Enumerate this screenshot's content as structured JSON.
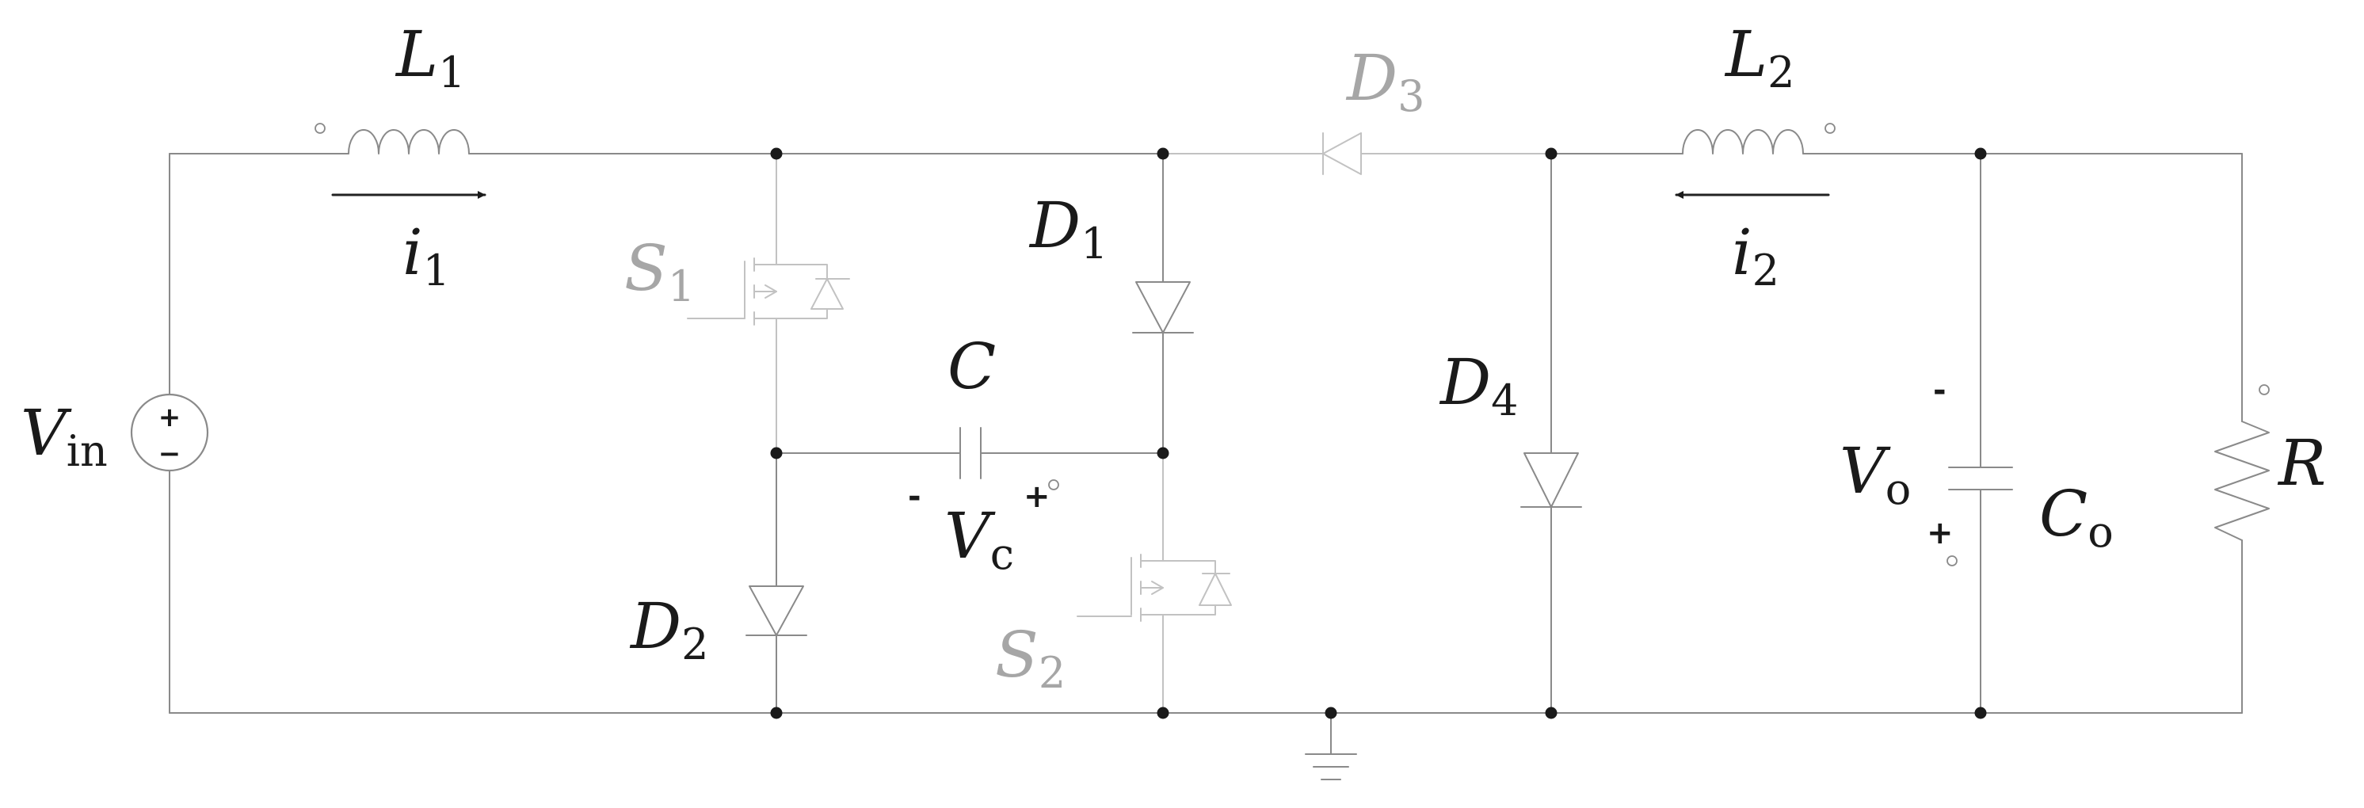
{
  "diagram": {
    "labels": {
      "L1": {
        "main": "L",
        "sub": "1"
      },
      "L2": {
        "main": "L",
        "sub": "2"
      },
      "i1": {
        "main": "i",
        "sub": "1"
      },
      "i2": {
        "main": "i",
        "sub": "2"
      },
      "S1": {
        "main": "S",
        "sub": "1"
      },
      "S2": {
        "main": "S",
        "sub": "2"
      },
      "D1": {
        "main": "D",
        "sub": "1"
      },
      "D2": {
        "main": "D",
        "sub": "2"
      },
      "D3": {
        "main": "D",
        "sub": "3"
      },
      "D4": {
        "main": "D",
        "sub": "4"
      },
      "C": {
        "main": "C"
      },
      "Vc": {
        "main": "V",
        "sub": "c"
      },
      "Vin": {
        "main": "V",
        "sub": "in"
      },
      "Vo": {
        "main": "V",
        "sub": "o"
      },
      "Co": {
        "main": "C",
        "sub": "o"
      },
      "R": {
        "main": "R"
      }
    },
    "polarity": {
      "vc_minus": "-",
      "vc_plus": "+",
      "vo_minus": "-",
      "vo_plus": "+",
      "vin_plus": "+",
      "vin_minus": "−"
    },
    "colors": {
      "wire": "#8a8a8a",
      "inactive_component": "#c2c2c2",
      "label_active": "#1a1a1a",
      "label_inactive": "#a6a6a6"
    }
  }
}
